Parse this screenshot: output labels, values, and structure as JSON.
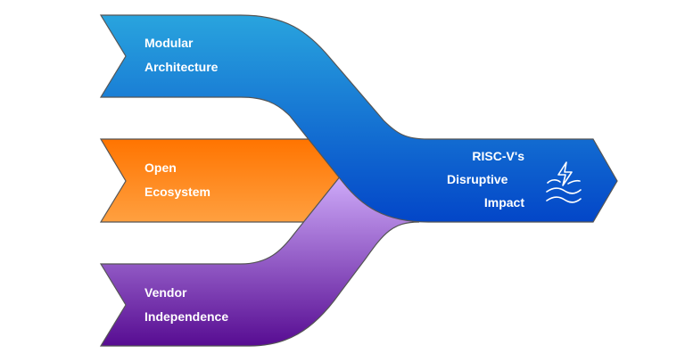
{
  "diagram": {
    "title": "RISC-V's Disruptive Impact",
    "inputs": [
      {
        "id": "modular",
        "lines": [
          "Modular",
          "Architecture"
        ],
        "color_top": "#29a3df",
        "color_bottom": "#0f5fd0"
      },
      {
        "id": "open",
        "lines": [
          "Open",
          "Ecosystem"
        ],
        "color_top": "#ff7700",
        "color_bottom": "#ffa040"
      },
      {
        "id": "vendor",
        "lines": [
          "Vendor",
          "Independence"
        ],
        "color_top": "#c9a6f5",
        "color_bottom": "#5a0f96"
      }
    ],
    "output": {
      "lines": [
        "RISC-V's",
        "Disruptive",
        "Impact"
      ],
      "icon": "lightning-waves-icon",
      "color": "#0a4fc9"
    },
    "outline_color": "#555555"
  }
}
